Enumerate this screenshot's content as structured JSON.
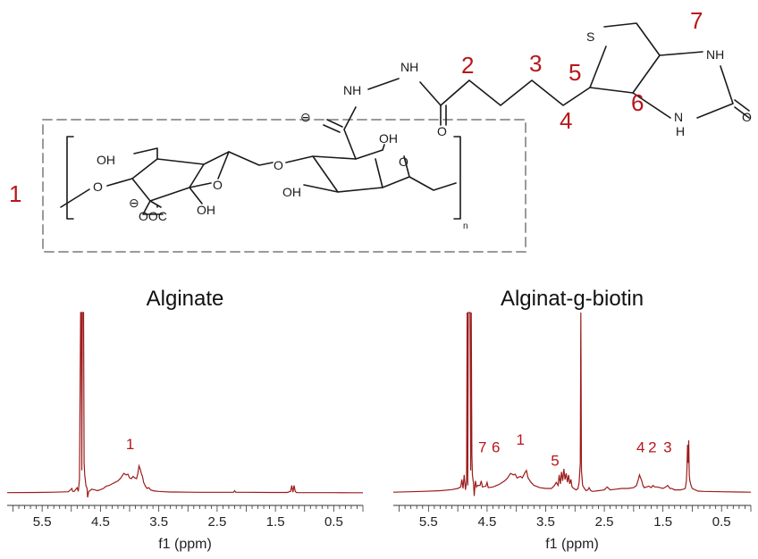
{
  "structure": {
    "group_labels": [
      "1",
      "2",
      "3",
      "4",
      "5",
      "6",
      "7"
    ],
    "atoms": {
      "oh": "OH",
      "o": "O",
      "coo": "OOC",
      "minus": "⊖",
      "s": "S",
      "nh": "NH",
      "n": "N",
      "h": "H",
      "repeat": "n"
    }
  },
  "chart_data": [
    {
      "type": "line",
      "title": "Alginate",
      "xlabel": "f1 (ppm)",
      "ylabel": "",
      "xlim": [
        6.1,
        0.0
      ],
      "x_reversed": true,
      "xticks": [
        "5.5",
        "4.5",
        "3.5",
        "2.5",
        "1.5",
        "0.5"
      ],
      "color": "#9c1c1c",
      "series": [
        {
          "x": [
            6.1,
            5.6,
            5.3,
            5.05,
            4.99,
            4.98,
            4.97,
            4.95,
            4.9,
            4.88,
            4.86,
            4.84,
            4.83,
            4.82,
            4.81,
            4.8,
            4.79,
            4.78,
            4.77,
            4.76,
            4.75,
            4.73,
            4.72,
            4.7,
            4.68,
            4.65,
            4.6,
            4.55,
            4.5,
            4.45,
            4.4,
            4.35,
            4.3,
            4.25,
            4.2,
            4.15,
            4.1,
            4.06,
            4.03,
            4.0,
            3.97,
            3.94,
            3.91,
            3.88,
            3.86,
            3.84,
            3.82,
            3.8,
            3.78,
            3.76,
            3.73,
            3.7,
            3.67,
            3.64,
            3.6,
            3.55,
            3.5,
            3.4,
            3.3,
            3.2,
            3.0,
            2.8,
            2.5,
            2.22,
            2.2,
            2.18,
            2.0,
            1.6,
            1.3,
            1.24,
            1.22,
            1.2,
            1.18,
            1.16,
            1.14,
            1.12,
            1.0,
            0.8,
            0.5,
            0.2,
            0.0
          ],
          "y": [
            0.02,
            0.03,
            0.05,
            0.08,
            0.3,
            0.12,
            0.1,
            0.1,
            0.35,
            0.1,
            0.9,
            12.0,
            12.0,
            1.5,
            12.0,
            12.0,
            12.0,
            2.0,
            1.2,
            0.9,
            0.5,
            0.3,
            -0.3,
            0.1,
            0.15,
            0.25,
            0.2,
            0.15,
            0.22,
            0.3,
            0.45,
            0.5,
            0.6,
            0.7,
            0.8,
            1.0,
            1.3,
            1.2,
            1.25,
            1.0,
            0.95,
            1.1,
            1.0,
            0.95,
            1.3,
            1.8,
            1.6,
            1.3,
            1.1,
            0.7,
            0.45,
            0.3,
            0.35,
            0.2,
            0.15,
            0.12,
            0.1,
            0.08,
            0.06,
            0.06,
            0.05,
            0.04,
            0.04,
            0.04,
            0.15,
            0.04,
            0.04,
            0.03,
            0.03,
            0.1,
            0.5,
            0.05,
            0.5,
            0.1,
            0.03,
            0.02,
            0.02,
            0.02,
            0.02,
            0.01,
            0.01
          ]
        }
      ],
      "ylim": [
        -0.5,
        12.0
      ],
      "annotations": [
        {
          "label": "1",
          "x": 3.99,
          "y": 2.9
        }
      ]
    },
    {
      "type": "line",
      "title": "Alginat-g-biotin",
      "xlabel": "f1 (ppm)",
      "ylabel": "",
      "xlim": [
        6.1,
        0.0
      ],
      "x_reversed": true,
      "xticks": [
        "5.5",
        "4.5",
        "3.5",
        "2.5",
        "1.5",
        "0.5"
      ],
      "color": "#9c1c1c",
      "series": [
        {
          "x": [
            6.1,
            5.6,
            5.3,
            5.1,
            5.0,
            4.95,
            4.93,
            4.91,
            4.89,
            4.87,
            4.85,
            4.84,
            4.83,
            4.82,
            4.81,
            4.8,
            4.79,
            4.78,
            4.77,
            4.76,
            4.75,
            4.73,
            4.72,
            4.7,
            4.68,
            4.66,
            4.62,
            4.6,
            4.58,
            4.52,
            4.5,
            4.48,
            4.4,
            4.3,
            4.2,
            4.15,
            4.1,
            4.05,
            4.02,
            3.99,
            3.96,
            3.93,
            3.9,
            3.86,
            3.83,
            3.8,
            3.75,
            3.7,
            3.6,
            3.5,
            3.4,
            3.35,
            3.32,
            3.29,
            3.27,
            3.25,
            3.23,
            3.21,
            3.19,
            3.17,
            3.15,
            3.13,
            3.11,
            3.09,
            3.07,
            3.05,
            3.02,
            2.98,
            2.95,
            2.93,
            2.91,
            2.9,
            2.89,
            2.87,
            2.84,
            2.81,
            2.78,
            2.76,
            2.73,
            2.7,
            2.6,
            2.5,
            2.45,
            2.4,
            2.3,
            2.2,
            2.1,
            2.0,
            1.95,
            1.92,
            1.9,
            1.88,
            1.86,
            1.84,
            1.82,
            1.78,
            1.74,
            1.7,
            1.67,
            1.64,
            1.6,
            1.55,
            1.5,
            1.45,
            1.42,
            1.4,
            1.38,
            1.35,
            1.3,
            1.25,
            1.2,
            1.15,
            1.12,
            1.1,
            1.09,
            1.08,
            1.07,
            1.06,
            1.05,
            1.04,
            1.02,
            1.0,
            0.95,
            0.9,
            0.8,
            0.5,
            0.2,
            0.0
          ],
          "y": [
            0.05,
            0.1,
            0.15,
            0.22,
            0.3,
            0.4,
            0.9,
            0.3,
            1.2,
            0.2,
            0.8,
            12.0,
            0.5,
            12.0,
            12.0,
            12.0,
            12.0,
            1.5,
            12.0,
            2.5,
            1.2,
            0.6,
            -0.2,
            0.8,
            0.4,
            0.5,
            0.5,
            0.8,
            0.4,
            0.45,
            0.7,
            0.35,
            0.4,
            0.55,
            0.8,
            1.0,
            1.3,
            1.2,
            1.25,
            1.0,
            1.05,
            1.1,
            1.0,
            1.3,
            1.5,
            1.0,
            0.7,
            0.5,
            0.35,
            0.3,
            0.3,
            0.5,
            0.7,
            0.5,
            1.2,
            0.6,
            1.4,
            0.8,
            1.6,
            0.9,
            1.3,
            0.7,
            1.2,
            0.6,
            0.9,
            0.4,
            0.3,
            0.2,
            0.3,
            0.7,
            2.0,
            12.0,
            1.5,
            0.5,
            0.3,
            0.15,
            0.2,
            0.35,
            0.15,
            0.1,
            0.15,
            0.2,
            0.4,
            0.2,
            0.25,
            0.3,
            0.3,
            0.35,
            0.5,
            0.9,
            1.2,
            1.0,
            0.8,
            0.5,
            0.35,
            0.4,
            0.45,
            0.35,
            0.5,
            0.4,
            0.4,
            0.35,
            0.3,
            0.4,
            0.5,
            0.4,
            0.3,
            0.3,
            0.2,
            0.2,
            0.2,
            0.25,
            0.3,
            0.8,
            1.6,
            3.2,
            2.0,
            3.5,
            1.2,
            0.8,
            0.5,
            0.3,
            0.2,
            0.12,
            0.1,
            0.08,
            0.06,
            0.05
          ]
        }
      ],
      "ylim": [
        -0.5,
        12.0
      ],
      "annotations": [
        {
          "label": "7",
          "x": 4.58,
          "y": 2.7
        },
        {
          "label": "6",
          "x": 4.35,
          "y": 2.7
        },
        {
          "label": "1",
          "x": 3.93,
          "y": 3.2
        },
        {
          "label": "5",
          "x": 3.34,
          "y": 1.8
        },
        {
          "label": "4",
          "x": 1.88,
          "y": 2.7
        },
        {
          "label": "2",
          "x": 1.68,
          "y": 2.7
        },
        {
          "label": "3",
          "x": 1.42,
          "y": 2.7
        }
      ]
    }
  ]
}
